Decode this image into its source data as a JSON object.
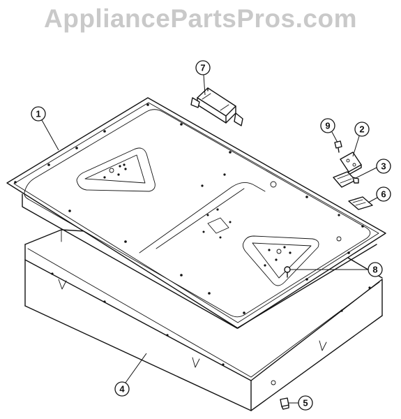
{
  "watermark": "AppliancePartsPros.com",
  "callouts": {
    "c1": "1",
    "c2": "2",
    "c3": "3",
    "c4": "4",
    "c5": "5",
    "c6": "6",
    "c7": "7",
    "c8": "8",
    "c9": "9"
  }
}
